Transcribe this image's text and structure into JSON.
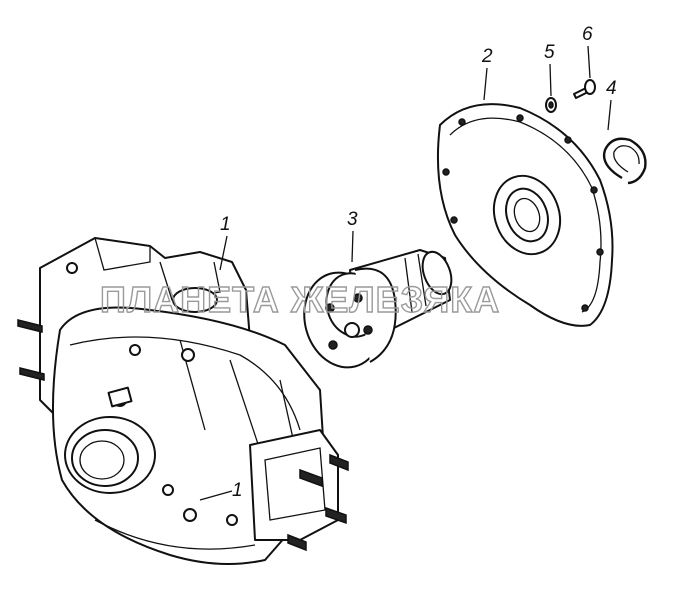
{
  "diagram": {
    "watermark": "ПЛАНЕТА ЖЕЛЕЗЯКА",
    "callouts": [
      {
        "id": "1",
        "label": "1"
      },
      {
        "id": "1b",
        "label": "1"
      },
      {
        "id": "2",
        "label": "2"
      },
      {
        "id": "3",
        "label": "3"
      },
      {
        "id": "4",
        "label": "4"
      },
      {
        "id": "5",
        "label": "5"
      },
      {
        "id": "6",
        "label": "6"
      }
    ]
  }
}
